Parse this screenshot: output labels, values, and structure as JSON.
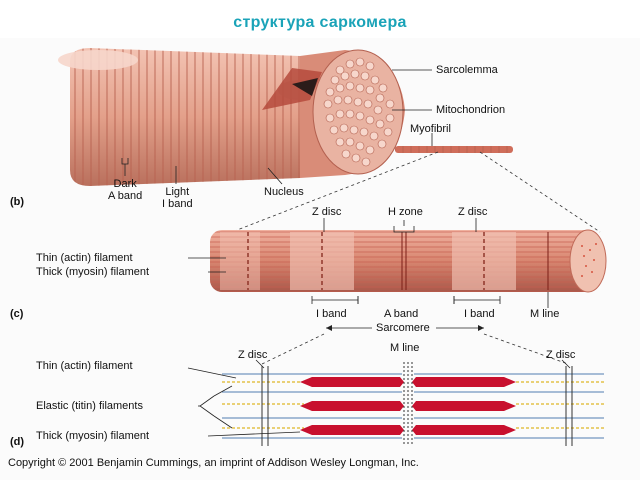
{
  "title": "структура саркомера",
  "panels": {
    "b": "(b)",
    "c": "(c)",
    "d": "(d)"
  },
  "labels_b": {
    "sarcolemma": "Sarcolemma",
    "mitochondrion": "Mitochondrion",
    "myofibril": "Myofibril",
    "dark_band": "Dark\nA band",
    "light_band": "Light\nI band",
    "nucleus": "Nucleus"
  },
  "labels_c": {
    "z_disc_left": "Z disc",
    "h_zone": "H zone",
    "z_disc_right": "Z disc",
    "thin_filament": "Thin (actin) filament",
    "thick_filament": "Thick (myosin) filament",
    "i_band_left": "I band",
    "a_band": "A band",
    "i_band_right": "I band",
    "m_line": "M line",
    "sarcomere": "Sarcomere"
  },
  "labels_d": {
    "thin_filament": "Thin (actin) filament",
    "z_disc_left": "Z disc",
    "m_line": "M line",
    "z_disc_right": "Z disc",
    "elastic_filaments": "Elastic (titin) filaments",
    "thick_filament": "Thick (myosin) filament"
  },
  "copyright": "Copyright © 2001 Benjamin Cummings, an imprint of Addison Wesley Longman, Inc.",
  "colors": {
    "title": "#1aa3b8",
    "muscle": "#e8a48f",
    "myosin": "#c8102e",
    "actin": "#8aa7c9",
    "titin": "#e3c24a"
  }
}
